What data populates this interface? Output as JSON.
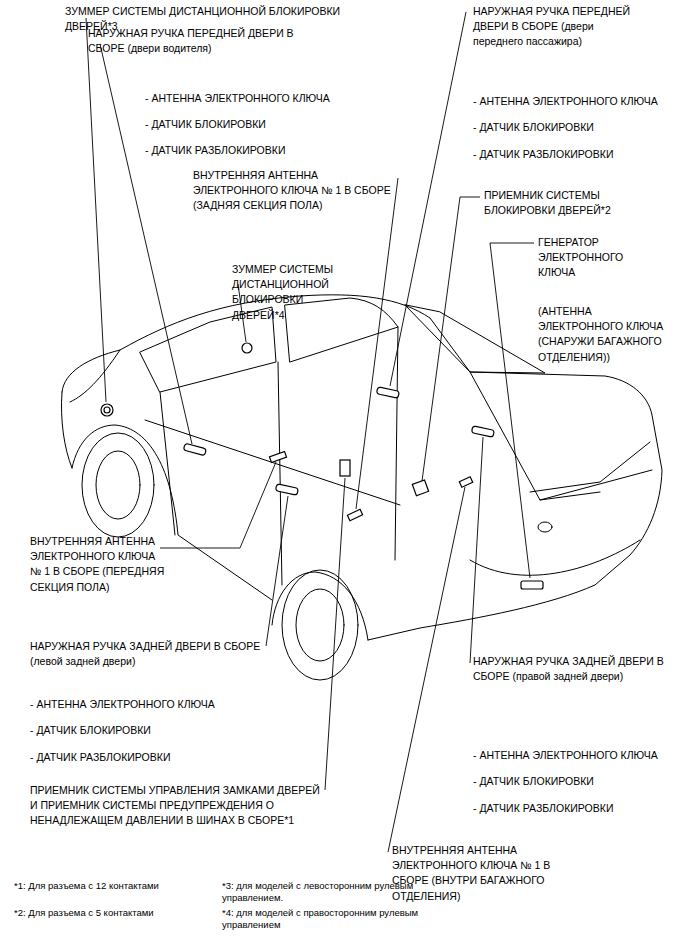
{
  "diagram": {
    "labels": [
      "ЗУММЕР СИСТЕМЫ ДИСТАНЦИОННОЙ БЛОКИРОВКИ ДВЕРЕЙ*3",
      "НАРУЖНАЯ РУЧКА ПЕРЕДНЕЙ ДВЕРИ В СБОРЕ (двери водителя)",
      "- АНТЕННА ЭЛЕКТРОННОГО КЛЮЧА",
      "- ДАТЧИК БЛОКИРОВКИ",
      "- ДАТЧИК РАЗБЛОКИРОВКИ",
      "НАРУЖНАЯ РУЧКА ПЕРЕДНЕЙ ДВЕРИ В СБОРЕ (двери переднего пассажира)",
      "- АНТЕННА ЭЛЕКТРОННОГО КЛЮЧА",
      "- ДАТЧИК БЛОКИРОВКИ",
      "- ДАТЧИК РАЗБЛОКИРОВКИ",
      "ВНУТРЕННЯЯ АНТЕННА ЭЛЕКТРОННОГО КЛЮЧА № 1 В СБОРЕ (ЗАДНЯЯ СЕКЦИЯ ПОЛА)",
      "ПРИЕМНИК СИСТЕМЫ БЛОКИРОВКИ ДВЕРЕЙ*2",
      "ГЕНЕРАТОР ЭЛЕКТРОННОГО КЛЮЧА",
      "(АНТЕННА ЭЛЕКТРОННОГО КЛЮЧА (СНАРУЖИ БАГАЖНОГО ОТДЕЛЕНИЯ))",
      "ЗУММЕР СИСТЕМЫ ДИСТАНЦИОННОЙ БЛОКИРОВКИ ДВЕРЕЙ*4",
      "ВНУТРЕННЯЯ АНТЕННА ЭЛЕКТРОННОГО КЛЮЧА № 1 В СБОРЕ (ПЕРЕДНЯЯ СЕКЦИЯ ПОЛА)",
      "НАРУЖНАЯ РУЧКА ЗАДНЕЙ ДВЕРИ В СБОРЕ (левой задней двери)",
      "НАРУЖНАЯ РУЧКА ЗАДНЕЙ ДВЕРИ В СБОРЕ (правой задней двери)",
      "- АНТЕННА ЭЛЕКТРОННОГО КЛЮЧА",
      "- ДАТЧИК БЛОКИРОВКИ",
      "- ДАТЧИК РАЗБЛОКИРОВКИ",
      "- АНТЕННА ЭЛЕКТРОННОГО КЛЮЧА",
      "- ДАТЧИК БЛОКИРОВКИ",
      "- ДАТЧИК РАЗБЛОКИРОВКИ",
      "ПРИЕМНИК СИСТЕМЫ УПРАВЛЕНИЯ ЗАМКАМИ ДВЕРЕЙ И ПРИЕМНИК СИСТЕМЫ ПРЕДУПРЕЖДЕНИЯ О НЕНАДЛЕЖАЩЕМ ДАВЛЕНИИ В ШИНАХ В СБОРЕ*1",
      "ВНУТРЕННЯЯ АНТЕННА ЭЛЕКТРОННОГО КЛЮЧА № 1 В СБОРЕ (ВНУТРИ БАГАЖНОГО ОТДЕЛЕНИЯ)",
      "*1: Для разъема с 12 контактами",
      "*3: для моделей с левосторонним рулевым управлением.",
      "*2: Для разъема с 5 контактами",
      "*4: для моделей с правосторонним рулевым управлением"
    ]
  }
}
